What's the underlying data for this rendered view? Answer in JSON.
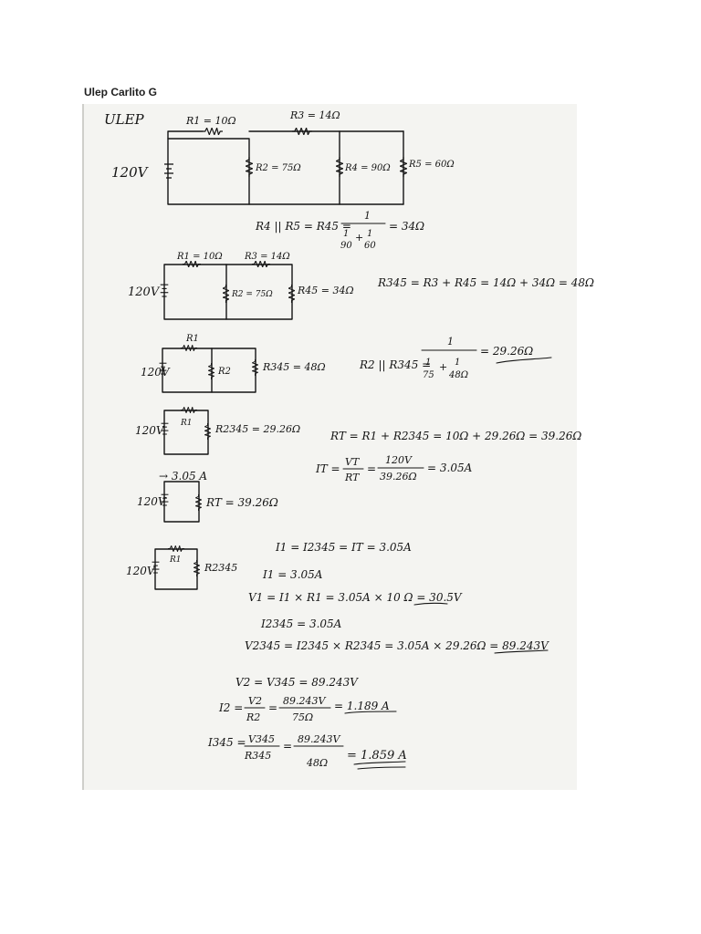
{
  "header": {
    "author": "Ulep Carlito G"
  },
  "worksheet": {
    "label": "ULEP",
    "step1": {
      "source": "120V",
      "r1": "R1 = 10Ω",
      "r3": "R3 = 14Ω",
      "r2": "R2 = 75Ω",
      "r4": "R4 = 90Ω",
      "r5": "R5 = 60Ω",
      "eq_lhs": "R4 || R5 = R45 =",
      "eq_num": "1",
      "eq_den_a": "1",
      "eq_den_a2": "90",
      "eq_den_b": "1",
      "eq_den_b2": "60",
      "eq_result": "= 34Ω"
    },
    "step2": {
      "source": "120V",
      "r1": "R1 = 10Ω",
      "r3": "R3 = 14Ω",
      "r2": "R2 = 75Ω",
      "r45": "R45 = 34Ω",
      "eq": "R345 = R3 + R45 = 14Ω + 34Ω = 48Ω"
    },
    "step3": {
      "source": "120V",
      "r1": "R1",
      "r2": "R2",
      "r345": "R345 = 48Ω",
      "eq_lhs": "R2 || R345 =",
      "eq_num": "1",
      "eq_den_a": "1",
      "eq_den_a2": "75",
      "eq_den_b": "1",
      "eq_den_b2": "48Ω",
      "eq_result": "= 29.26Ω"
    },
    "step4": {
      "source": "120V",
      "r1": "R1",
      "r2345": "R2345 = 29.26Ω",
      "eq_rt": "RT = R1 + R2345 = 10Ω + 29.26Ω = 39.26Ω",
      "it_lhs": "IT =",
      "it_num": "VT",
      "it_den": "RT",
      "it_num2": "120V",
      "it_den2": "39.26Ω",
      "it_result": "= 3.05A"
    },
    "step5": {
      "source": "120V",
      "current": "→ 3.05 A",
      "rt": "RT = 39.26Ω"
    },
    "step6": {
      "source": "120V",
      "r1": "R1",
      "r2345": "R2345",
      "lines": [
        "I1 = I2345 = IT = 3.05A",
        "I1 = 3.05A",
        "V1 = I1 × R1 = 3.05A × 10 Ω = 30.5V",
        "I2345 = 3.05A",
        "V2345 = I2345 × R2345 = 3.05A × 29.26Ω = 89.243V",
        "V2 = V345 = 89.243V"
      ],
      "i2_lhs": "I2 =",
      "i2_num": "V2",
      "i2_den": "R2",
      "i2_num2": "89.243V",
      "i2_den2": "75Ω",
      "i2_result": "= 1.189 A",
      "i345_lhs": "I345 =",
      "i345_num": "V345",
      "i345_den": "R345",
      "i345_num2": "89.243V",
      "i345_den2": "48Ω",
      "i345_result": "= 1.859 A"
    }
  }
}
